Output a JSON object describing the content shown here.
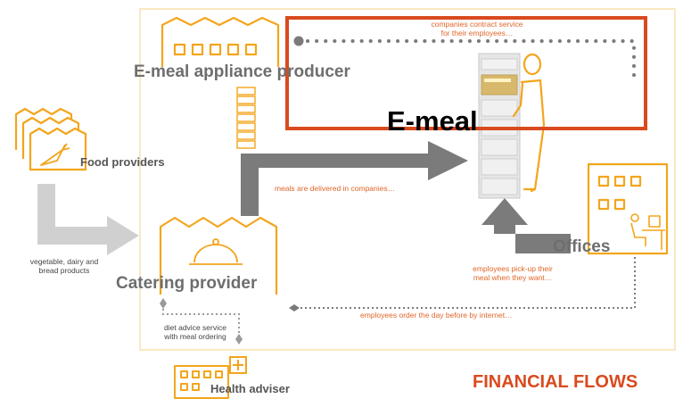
{
  "colors": {
    "accent_orange": "#f3a51c",
    "frame_orange": "#f7d99a",
    "red_box": "#d94a1e",
    "arrow_gray": "#7b7b7b",
    "arrow_light": "#d0d0d0",
    "note_orange": "#e0662a",
    "title_red": "#d94a1e"
  },
  "nodes": {
    "appliance_producer": "E-meal appliance producer",
    "emeal": "E-meal",
    "food_providers": "Food providers",
    "catering_provider": "Catering provider",
    "offices": "Offices",
    "health_adviser": "Health adviser"
  },
  "notes": {
    "contract_line1": "companies contract service",
    "contract_line2": "for their employees…",
    "delivered": "meals are delivered in companies…",
    "pickup_line1": "employees pick-up their",
    "pickup_line2": "meal when they want…",
    "order": "employees order the day before by internet…",
    "produce_line1": "vegetable, dairy and",
    "produce_line2": "bread products",
    "diet_line1": "diet advice service",
    "diet_line2": "with meal ordering"
  },
  "footer": {
    "title": "FINANCIAL FLOWS"
  },
  "icons": {
    "factory": "factory-icon",
    "carrot": "carrot-icon",
    "cloche": "cloche-icon",
    "office_building": "office-building-icon",
    "worker": "office-worker-icon",
    "kiosk": "emeal-kiosk-icon",
    "person": "person-icon",
    "medical_cross": "medical-cross-icon"
  }
}
